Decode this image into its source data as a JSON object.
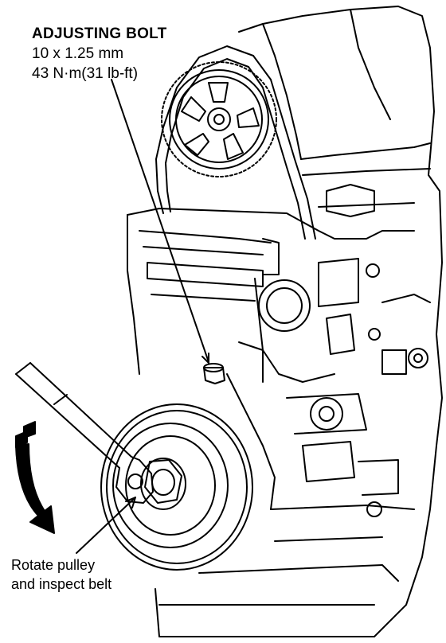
{
  "callouts": {
    "adjusting_bolt": {
      "title": "ADJUSTING BOLT",
      "size": "10 x 1.25 mm",
      "torque": "43 N·m(31 lb-ft)"
    },
    "rotate_pulley": {
      "line1": "Rotate pulley",
      "line2": "and inspect belt"
    }
  },
  "colors": {
    "ink": "#000000",
    "paper": "#ffffff"
  }
}
